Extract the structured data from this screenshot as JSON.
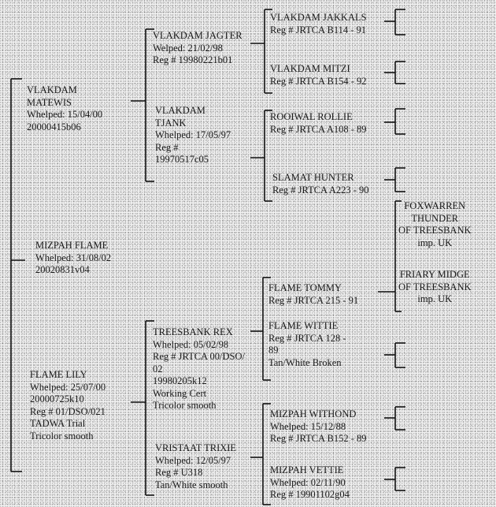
{
  "pedigree": {
    "gen1": {
      "sire": [
        "VLAKDAM",
        "MATEWIS",
        "Whelped: 15/04/00",
        "20000415b06"
      ],
      "subject": [
        "MIZPAH FLAME",
        "Whelped: 31/08/02",
        "20020831v04"
      ],
      "dam": [
        "FLAME LILY",
        "Whelped: 25/07/00",
        "20000725k10",
        "Reg # 01/DSO/021",
        "TADWA Trial",
        "Tricolor smooth"
      ]
    },
    "gen2": {
      "sire_sire": [
        "VLAKDAM JAGTER",
        "Welped: 21/02/98",
        "Reg # 19980221b01"
      ],
      "sire_dam": [
        "VLAKDAM",
        "TJANK",
        "Whelped: 17/05/97",
        "Reg #",
        "19970517c05"
      ],
      "dam_sire": [
        "TREESBANK REX",
        "Whelped: 05/02/98",
        "Reg # JRTCA 00/DSO/",
        "02",
        "19980205k12",
        "Working Cert",
        "Tricolor smooth"
      ],
      "dam_dam": [
        "VRISTAAT TRIXIE",
        "Whelped: 12/05/97",
        "Reg # U318",
        "Tan/White smooth"
      ]
    },
    "gen3": {
      "jakkals": [
        "VLAKDAM JAKKALS",
        "Reg # JRTCA B114 - 91"
      ],
      "mitzi": [
        "VLAKDAM MITZI",
        "Reg # JRTCA B154 - 92"
      ],
      "rollie": [
        "ROOIWAL ROLLIE",
        "Reg # JRTCA A108 - 89"
      ],
      "hunter": [
        "SLAMAT HUNTER",
        "Reg # JRTCA A223 - 90"
      ],
      "tommy": [
        "FLAME TOMMY",
        "Reg # JRTCA 215 - 91"
      ],
      "wittie": [
        "FLAME WITTIE",
        "Reg # JRTCA 128 -",
        "89",
        "Tan/White Broken"
      ],
      "withond": [
        "MIZPAH WITHOND",
        "Whelped: 15/12/88",
        "Reg # JRTCA B152 - 89"
      ],
      "vettie": [
        "MIZPAH VETTIE",
        "Whelped: 02/11/90",
        "Reg # 19901102g04"
      ]
    },
    "gen4": {
      "foxwarren": [
        "FOXWARREN",
        "THUNDER",
        "OF TREESBANK",
        "imp. UK"
      ],
      "friary": [
        "FRIARY MIDGE",
        "OF TREESBANK",
        "imp. UK"
      ]
    }
  }
}
